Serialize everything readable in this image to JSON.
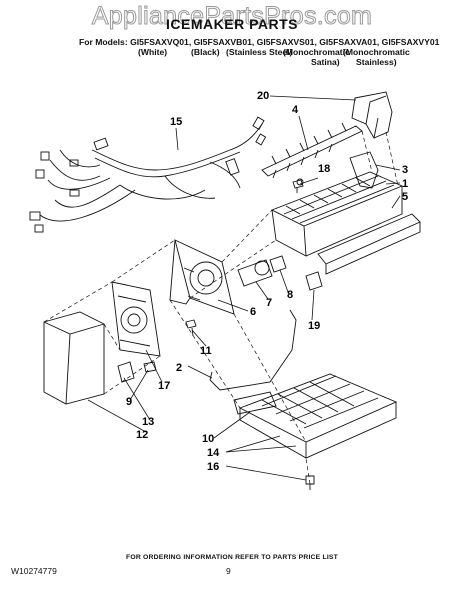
{
  "watermark": "AppliancePartsPros.com",
  "title": "ICEMAKER PARTS",
  "models_label": "For Models:",
  "models": "GI5FSAXVQ01, GI5FSAXVB01, GI5FSAXVS01, GI5FSAXVA01, GI5FSAXVY01",
  "colors": {
    "white": "(White)",
    "black": "(Black)",
    "stainless": "(Stainless Steel)",
    "mono_satina_1": "(Monochromatic",
    "mono_satina_2": "Satina)",
    "mono_stainless_1": "(Monochromatic",
    "mono_stainless_2": "Stainless)"
  },
  "callouts": [
    "20",
    "4",
    "15",
    "18",
    "3",
    "1",
    "5",
    "7",
    "8",
    "6",
    "19",
    "11",
    "2",
    "17",
    "9",
    "13",
    "12",
    "10",
    "14",
    "16"
  ],
  "footer_note": "FOR ORDERING INFORMATION REFER TO PARTS PRICE LIST",
  "doc_number": "W10274779",
  "page_number": "9"
}
